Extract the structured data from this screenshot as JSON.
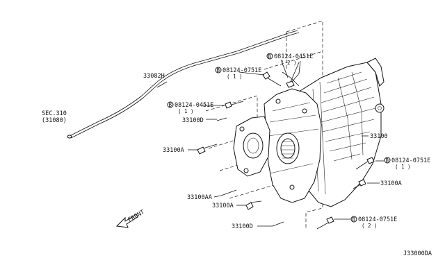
{
  "markers": {
    "bolt_letter": "B"
  },
  "labels": {
    "bolt_0451e_top": "08124-0451E",
    "qty_2_top": "( 2 )",
    "bolt_0751e_top": "08124-0751E",
    "qty_1_top": "( 1 )",
    "hose": "33082H",
    "sec_ref": "SEC.310",
    "sec_ref_sub": "(31080)",
    "bolt_0451e_left": "08124-0451E",
    "qty_1_left": "( 1 )",
    "stud_upper": "33100D",
    "bolt_a_left": "33100A",
    "bolt_aa": "33100AA",
    "bolt_a_lower": "33100A",
    "stud_lower": "33100D",
    "assembly": "33100",
    "bolt_0751e_right": "08124-0751E",
    "qty_1_right": "( 1 )",
    "bolt_a_right": "33100A",
    "bolt_0751e_bottom": "08124-0751E",
    "qty_2_bottom": "( 2 )",
    "front": "FRONT",
    "diagram_code": "J33000DA"
  }
}
